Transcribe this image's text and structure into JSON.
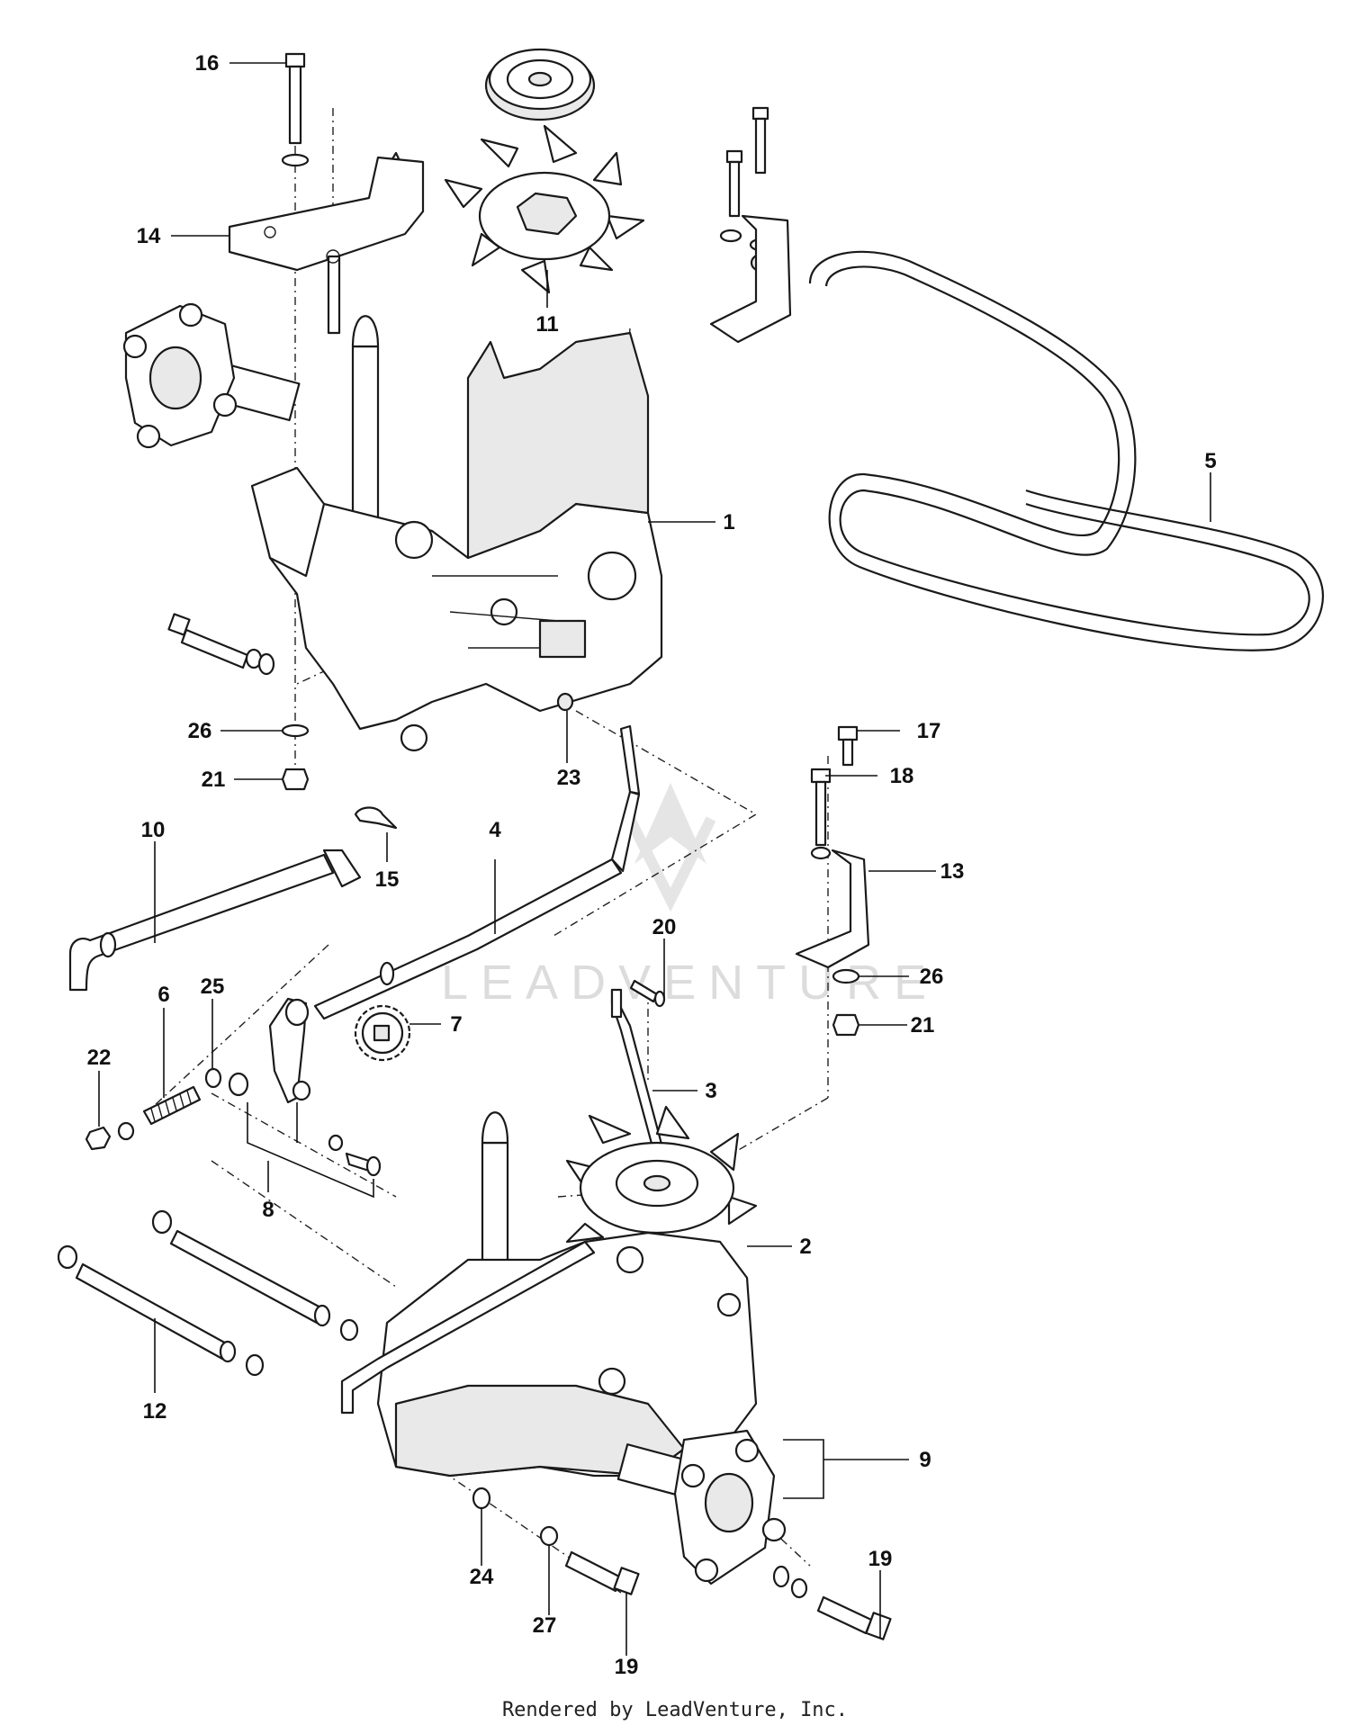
{
  "callouts": [
    {
      "id": "16",
      "text": "16"
    },
    {
      "id": "14",
      "text": "14"
    },
    {
      "id": "11",
      "text": "11"
    },
    {
      "id": "5",
      "text": "5"
    },
    {
      "id": "1",
      "text": "1"
    },
    {
      "id": "26a",
      "text": "26"
    },
    {
      "id": "21a",
      "text": "21"
    },
    {
      "id": "23",
      "text": "23"
    },
    {
      "id": "17",
      "text": "17"
    },
    {
      "id": "18",
      "text": "18"
    },
    {
      "id": "10",
      "text": "10"
    },
    {
      "id": "15",
      "text": "15"
    },
    {
      "id": "4",
      "text": "4"
    },
    {
      "id": "13",
      "text": "13"
    },
    {
      "id": "20",
      "text": "20"
    },
    {
      "id": "26b",
      "text": "26"
    },
    {
      "id": "6",
      "text": "6"
    },
    {
      "id": "25",
      "text": "25"
    },
    {
      "id": "7",
      "text": "7"
    },
    {
      "id": "21b",
      "text": "21"
    },
    {
      "id": "22",
      "text": "22"
    },
    {
      "id": "3",
      "text": "3"
    },
    {
      "id": "8",
      "text": "8"
    },
    {
      "id": "2",
      "text": "2"
    },
    {
      "id": "12",
      "text": "12"
    },
    {
      "id": "9",
      "text": "9"
    },
    {
      "id": "24",
      "text": "24"
    },
    {
      "id": "27",
      "text": "27"
    },
    {
      "id": "19a",
      "text": "19"
    },
    {
      "id": "19b",
      "text": "19"
    }
  ],
  "watermark": {
    "text": "LEADVENTURE"
  },
  "credit": {
    "text": "Rendered by LeadVenture, Inc."
  }
}
